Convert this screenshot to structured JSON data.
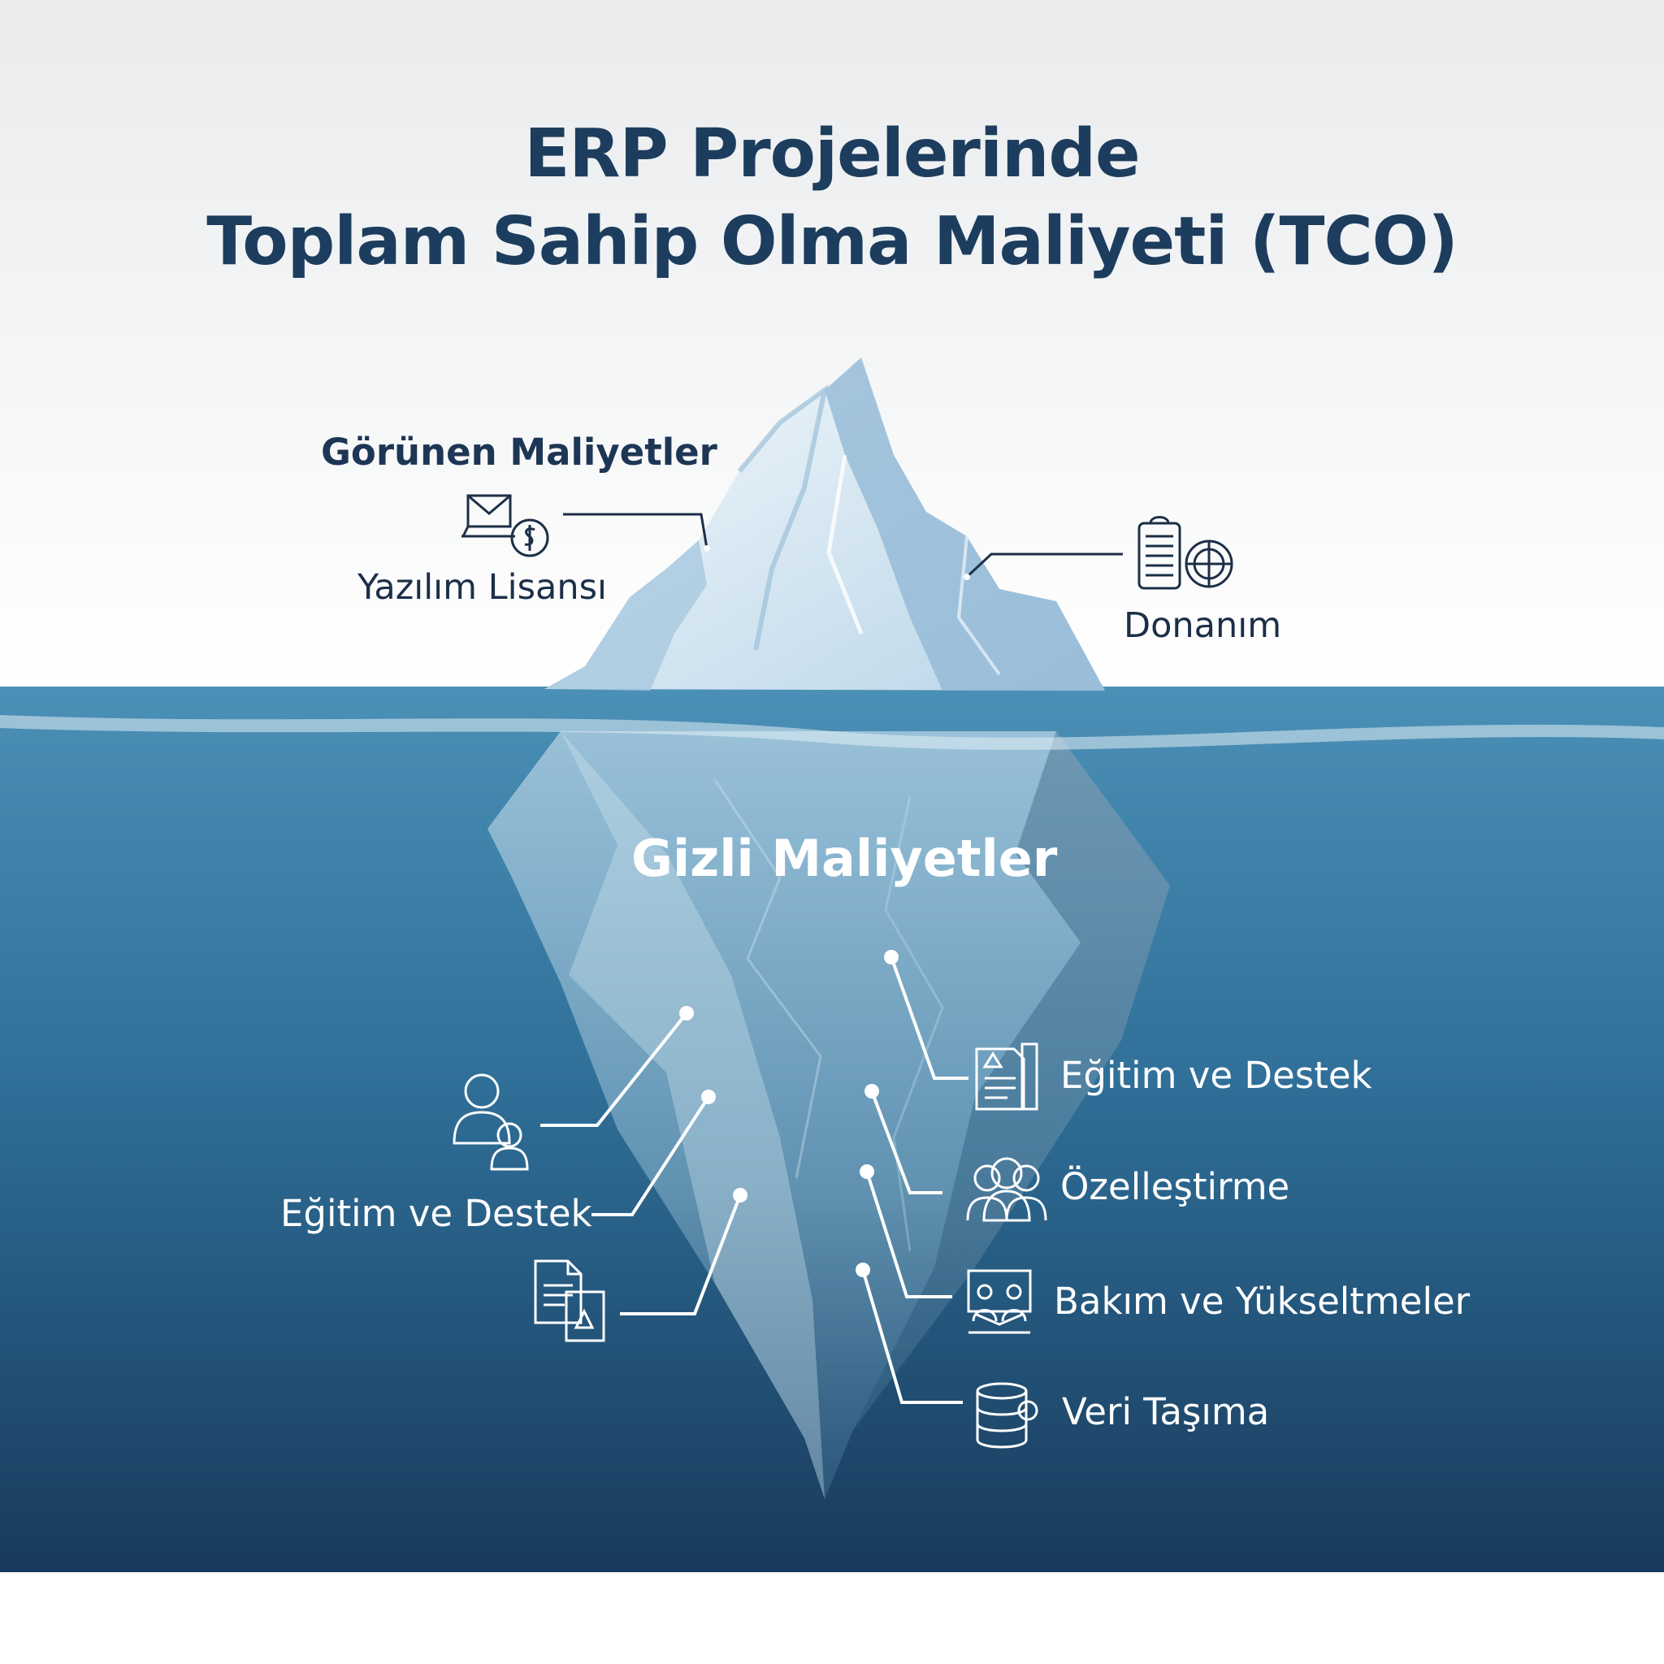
{
  "title": {
    "line1": "ERP Projelerinde",
    "line2": "Toplam Sahip Olma Maliyeti (TCO)"
  },
  "visible_costs": {
    "heading": "Görünen Maliyetler",
    "items": [
      {
        "label": "Yazılım Lisansı",
        "icon": "license-dollar-icon"
      },
      {
        "label": "Donanım",
        "icon": "hardware-server-icon"
      }
    ]
  },
  "hidden_costs": {
    "heading": "Gizli Maliyetler",
    "left_items": [
      {
        "label": "",
        "icon": "users-icon"
      },
      {
        "label": "Eğitim ve Destek",
        "icon": ""
      },
      {
        "label": "",
        "icon": "documents-icon"
      }
    ],
    "right_items": [
      {
        "label": "Eğitim ve Destek",
        "icon": "document-icon"
      },
      {
        "label": "Özelleştirme",
        "icon": "team-icon"
      },
      {
        "label": "Bakım ve Yükseltmeler",
        "icon": "monitor-people-icon"
      },
      {
        "label": "Veri Taşıma",
        "icon": "database-icon"
      }
    ]
  },
  "colors": {
    "title": "#1d3d5e",
    "water_top": "#4a8fb5",
    "water_bottom": "#183a5c",
    "ice_light": "#eef6fb",
    "ice_shadow": "#8fb6d4"
  }
}
